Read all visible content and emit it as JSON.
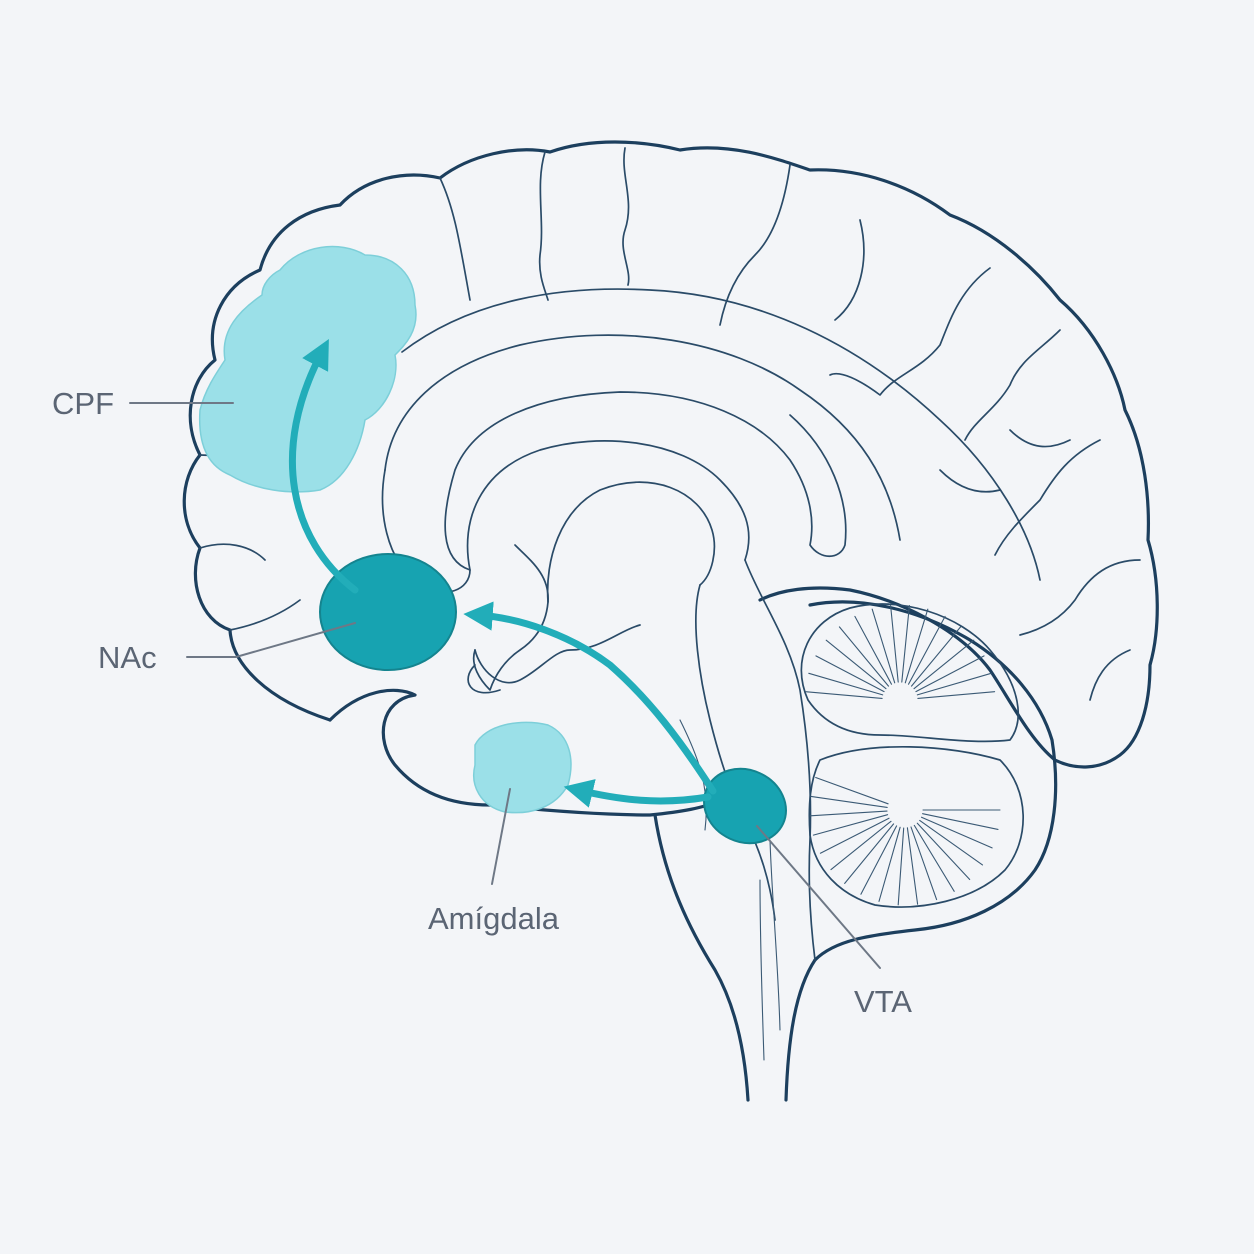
{
  "colors": {
    "background": "#f3f5f8",
    "outline": "#1c3f5e",
    "region_light": "#9be0e8",
    "region_dark": "#17a3b1",
    "arrow": "#22adb9",
    "label_text": "#5b6574",
    "leader_line": "#6e7886"
  },
  "regions": {
    "cpf": {
      "label": "CPF"
    },
    "nac": {
      "label": "NAc"
    },
    "amygdala": {
      "label": "Amígdala"
    },
    "vta": {
      "label": "VTA"
    }
  },
  "pathways": [
    {
      "from": "VTA",
      "to": "NAc"
    },
    {
      "from": "VTA",
      "to": "Amígdala"
    },
    {
      "from": "NAc",
      "to": "CPF"
    }
  ]
}
